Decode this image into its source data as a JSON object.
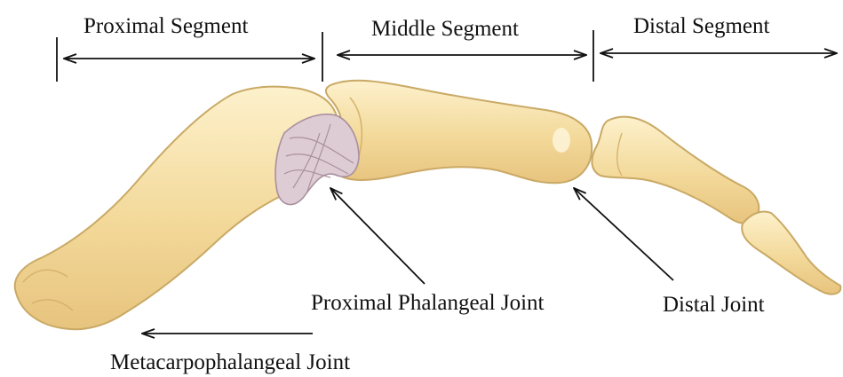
{
  "segments": {
    "proximal": "Proximal Segment",
    "middle": "Middle Segment",
    "distal": "Distal Segment"
  },
  "joints": {
    "proximal_phalangeal": "Proximal Phalangeal Joint",
    "distal": "Distal Joint",
    "metacarpophalangeal": "Metacarpophalangeal Joint"
  },
  "colors": {
    "bone_fill": "#f3d99a",
    "bone_light": "#fbeec4",
    "bone_outline": "#c9a965",
    "ligament": "#d9c6cf",
    "ligament_line": "#a98f9e",
    "ink": "#111111"
  }
}
